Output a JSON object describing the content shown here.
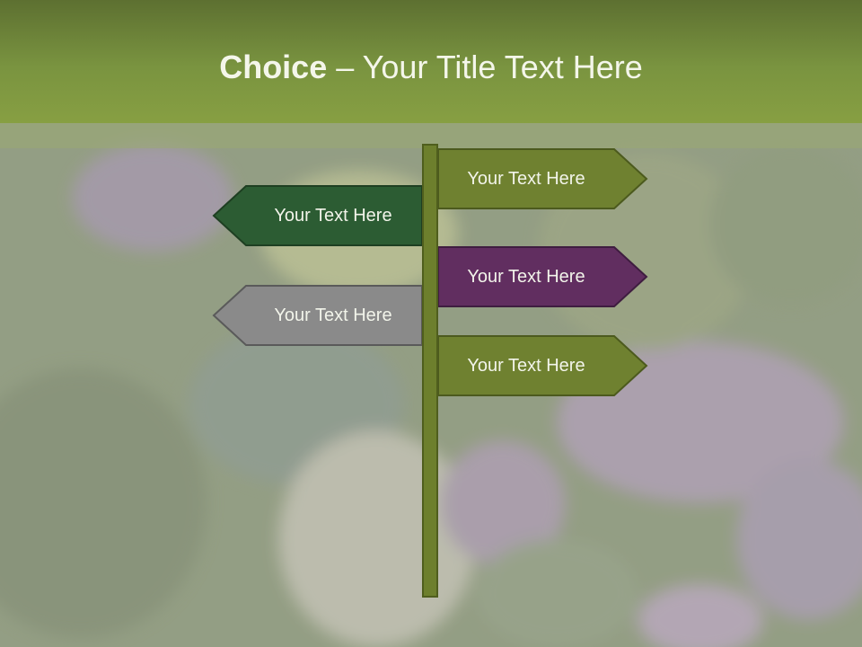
{
  "title": {
    "bold": "Choice",
    "rest": " – Your Title Text Here"
  },
  "signs": [
    {
      "label": "Your Text Here",
      "color": "#6f8130",
      "direction": "right"
    },
    {
      "label": "Your Text Here",
      "color": "#2c5c33",
      "direction": "left"
    },
    {
      "label": "Your Text Here",
      "color": "#612e60",
      "direction": "right"
    },
    {
      "label": "Your Text Here",
      "color": "#8a8a8a",
      "direction": "left"
    },
    {
      "label": "Your Text Here",
      "color": "#6f8130",
      "direction": "right"
    }
  ],
  "colors": {
    "title_bar": "#7a9440",
    "pole": "#6d7f2d"
  }
}
